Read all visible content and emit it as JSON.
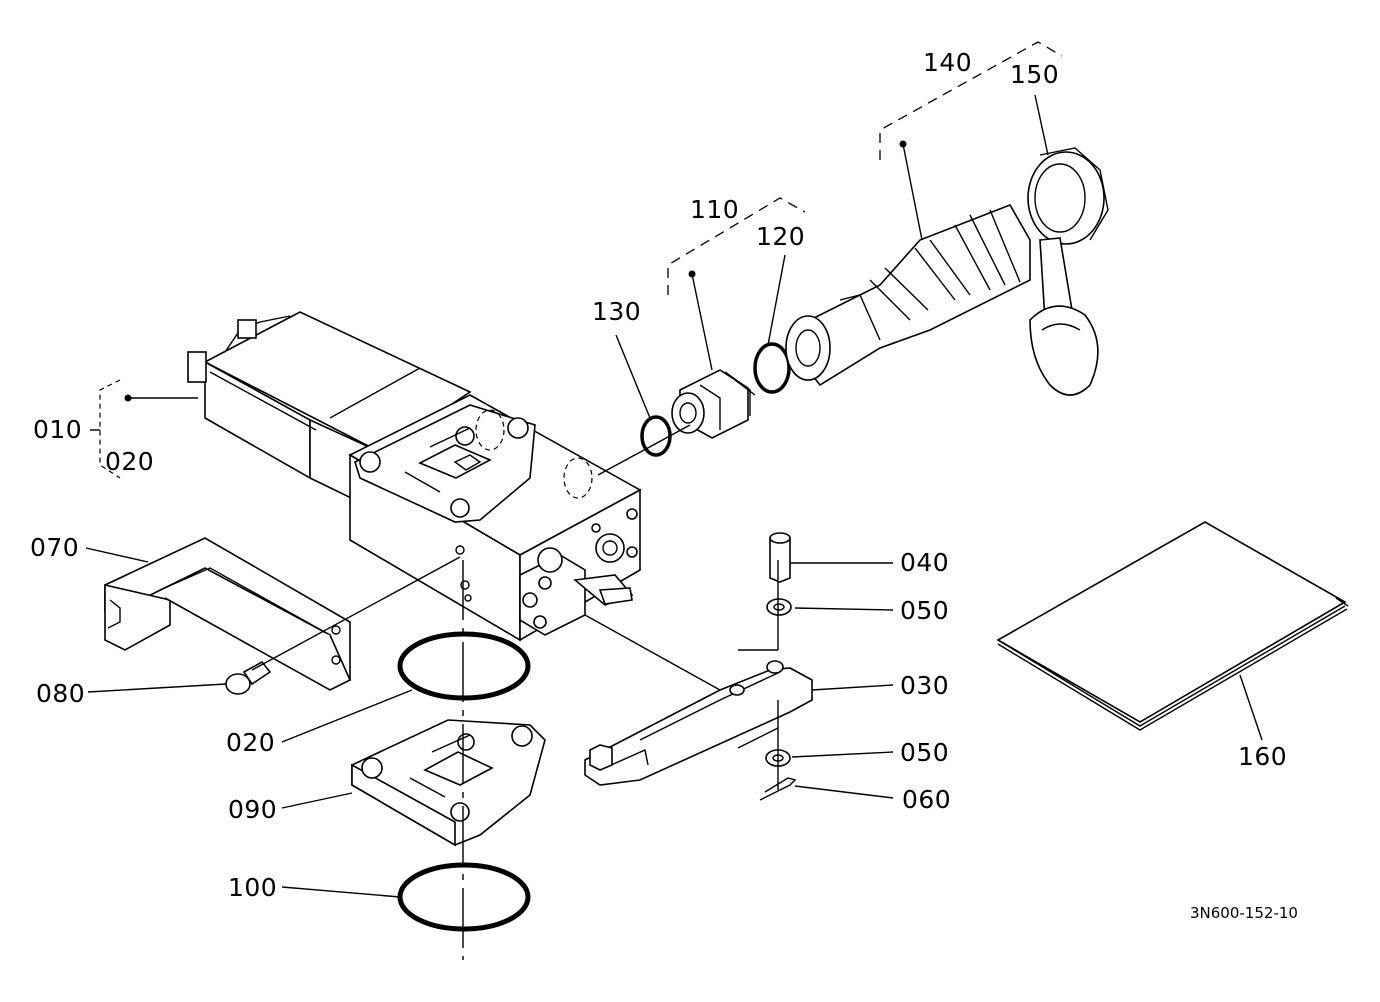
{
  "diagram": {
    "drawing_number": "3N600-152-10",
    "part_labels": {
      "p010": "010",
      "p020_top": "020",
      "p020_mid": "020",
      "p030": "030",
      "p040": "040",
      "p050_top": "050",
      "p050_bottom": "050",
      "p060": "060",
      "p070": "070",
      "p080": "080",
      "p090": "090",
      "p100": "100",
      "p110": "110",
      "p120": "120",
      "p130": "130",
      "p140": "140",
      "p150": "150",
      "p160": "160"
    }
  }
}
